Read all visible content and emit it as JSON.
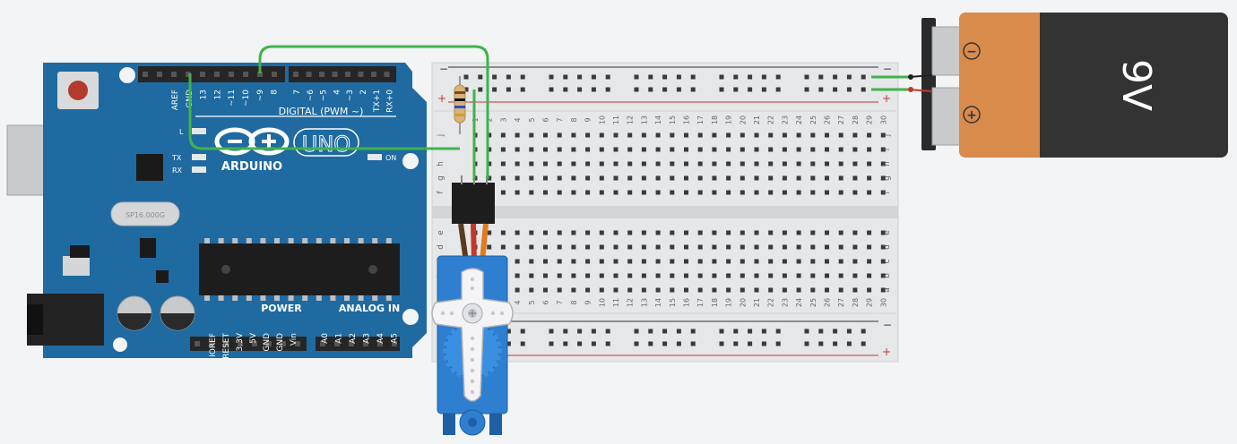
{
  "arduino": {
    "brand": "ARDUINO",
    "model": "UNO",
    "digital_label": "DIGITAL (PWM ~)",
    "power_label": "POWER",
    "analog_label": "ANALOG IN",
    "on_label": "ON",
    "l_label": "L",
    "tx_label": "TX",
    "rx_label": "RX",
    "crystal_text": "SP16.000G",
    "digital_pins": [
      "AREF",
      "GND",
      "13",
      "12",
      "~11",
      "~10",
      "~9",
      "8",
      "7",
      "~6",
      "~5",
      "4",
      "~3",
      "2",
      "TX+1",
      "RX+0"
    ],
    "power_pins": [
      "IOREF",
      "RESET",
      "3.3V",
      "5V",
      "GND",
      "GND",
      "Vin"
    ],
    "analog_pins": [
      "A0",
      "A1",
      "A2",
      "A3",
      "A4",
      "A5"
    ]
  },
  "breadboard": {
    "rows_top": [
      "j",
      "i",
      "h",
      "g",
      "f"
    ],
    "rows_bottom": [
      "e",
      "d",
      "c",
      "b",
      "a"
    ],
    "columns": 30,
    "minus_sign": "−",
    "plus_sign": "+"
  },
  "battery": {
    "label": "9V",
    "minus_symbol": "−",
    "plus_symbol": "+"
  },
  "colors": {
    "arduino_blue": "#1f6aa0",
    "wire_green": "#3fb34b",
    "battery_orange": "#d98b4c",
    "battery_dark": "#333333",
    "rail_red": "#c0392b",
    "servo_blue": "#2e7fd0"
  }
}
